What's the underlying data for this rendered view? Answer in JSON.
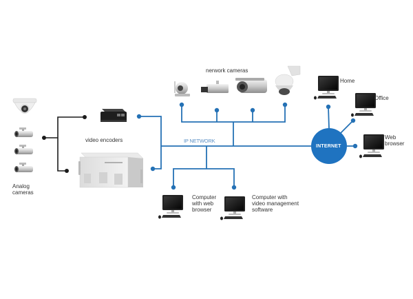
{
  "diagram": {
    "title": "",
    "colors": {
      "network_line": "#2471b5",
      "analog_line": "#1a1a1a",
      "internet_fill": "#1f73c0",
      "internet_text": "#ffffff",
      "label_text": "#333333",
      "ip_network_label": "#5a8fc4"
    },
    "labels": {
      "analog_cameras": "Analog\ncameras",
      "video_encoders": "video encoders",
      "network_cameras": "nerwork cameras",
      "ip_network": "IP NETWORK",
      "internet": "INTERNET",
      "home": "Home",
      "office": "Office",
      "web_browser": "Web\nbrowser",
      "computer_web_browser": "Computer\nwith web\nbrowser",
      "computer_vms": "Computer with\nvideo management\nsoftware"
    },
    "nodes": [
      {
        "id": "analog-cameras",
        "type": "camera-group",
        "count": 4,
        "label": "Analog cameras"
      },
      {
        "id": "video-encoder-small",
        "type": "encoder",
        "label": "video encoders"
      },
      {
        "id": "video-encoder-rack",
        "type": "encoder-rack",
        "label": "video encoders"
      },
      {
        "id": "network-camera-1",
        "type": "network-camera",
        "variant": "pan-tilt"
      },
      {
        "id": "network-camera-2",
        "type": "network-camera",
        "variant": "box"
      },
      {
        "id": "network-camera-3",
        "type": "network-camera",
        "variant": "bullet"
      },
      {
        "id": "network-camera-4",
        "type": "network-camera",
        "variant": "ptz-dome"
      },
      {
        "id": "ip-network",
        "type": "bus",
        "label": "IP NETWORK"
      },
      {
        "id": "internet",
        "type": "cloud",
        "label": "INTERNET"
      },
      {
        "id": "pc-home",
        "type": "computer",
        "label": "Home"
      },
      {
        "id": "pc-office",
        "type": "computer",
        "label": "Office"
      },
      {
        "id": "pc-web",
        "type": "computer",
        "label": "Web browser"
      },
      {
        "id": "pc-local-web",
        "type": "computer",
        "label": "Computer with web browser"
      },
      {
        "id": "pc-vms",
        "type": "computer",
        "label": "Computer with video management software"
      }
    ],
    "edges": [
      {
        "from": "analog-cameras",
        "to": "video-encoder-small",
        "style": "analog"
      },
      {
        "from": "analog-cameras",
        "to": "video-encoder-rack",
        "style": "analog"
      },
      {
        "from": "video-encoder-small",
        "to": "ip-network",
        "style": "network"
      },
      {
        "from": "video-encoder-rack",
        "to": "ip-network",
        "style": "network"
      },
      {
        "from": "network-camera-1",
        "to": "ip-network",
        "style": "network"
      },
      {
        "from": "network-camera-2",
        "to": "ip-network",
        "style": "network"
      },
      {
        "from": "network-camera-3",
        "to": "ip-network",
        "style": "network"
      },
      {
        "from": "network-camera-4",
        "to": "ip-network",
        "style": "network"
      },
      {
        "from": "ip-network",
        "to": "pc-local-web",
        "style": "network"
      },
      {
        "from": "ip-network",
        "to": "pc-vms",
        "style": "network"
      },
      {
        "from": "ip-network",
        "to": "internet",
        "style": "network"
      },
      {
        "from": "internet",
        "to": "pc-home",
        "style": "network"
      },
      {
        "from": "internet",
        "to": "pc-office",
        "style": "network"
      },
      {
        "from": "internet",
        "to": "pc-web",
        "style": "network"
      }
    ]
  }
}
